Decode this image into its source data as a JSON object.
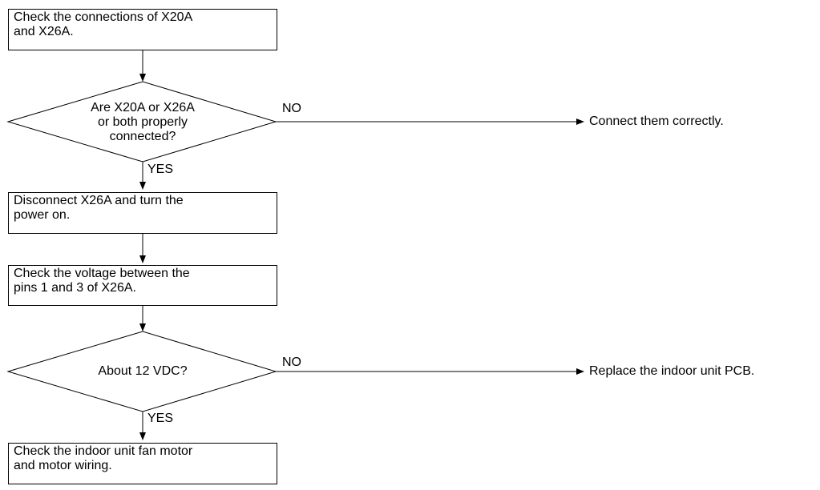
{
  "diagram": {
    "steps": [
      {
        "id": "check-connections",
        "kind": "process",
        "lines": [
          "Check the connections of X20A",
          "and X26A."
        ]
      },
      {
        "id": "connected-decision",
        "kind": "decision",
        "lines": [
          "Are X20A or X26A",
          "or both properly",
          "connected?"
        ]
      },
      {
        "id": "disconnect",
        "kind": "process",
        "lines": [
          "Disconnect X26A and turn the",
          "power on."
        ]
      },
      {
        "id": "check-voltage",
        "kind": "process",
        "lines": [
          "Check the voltage between the",
          "pins 1 and 3 of X26A."
        ]
      },
      {
        "id": "voltage-decision",
        "kind": "decision",
        "lines": [
          "About 12 VDC?"
        ]
      },
      {
        "id": "check-motor",
        "kind": "process",
        "lines": [
          "Check the indoor unit fan motor",
          "and motor wiring."
        ]
      }
    ],
    "outcomes": [
      {
        "id": "connect-correctly",
        "text": "Connect them correctly."
      },
      {
        "id": "replace-pcb",
        "text": "Replace the indoor unit PCB."
      }
    ],
    "labels": {
      "no": "NO",
      "yes": "YES"
    }
  }
}
